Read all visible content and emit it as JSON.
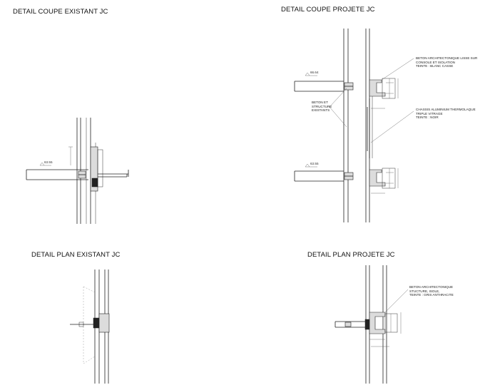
{
  "titles": {
    "coupe_existant": "DETAIL COUPE EXISTANT JC",
    "coupe_projete": "DETAIL COUPE PROJETE JC",
    "plan_existant": "DETAIL PLAN  EXISTANT JC",
    "plan_projete": "DETAIL PLAN  PROJETE JC"
  },
  "levels": {
    "coupe_existant": "63.55",
    "coupe_projete_top": "66.64",
    "coupe_projete_bottom": "63.55"
  },
  "notes": {
    "beton_console": "BETON ARCHITECTONIQUE LISSE SUR\nCONSOLE ET ISOLATION\nTEINTE : BLANC CASSE",
    "beton_structure": "BETON ET\nSTRUCTURE\nEXISTANTS",
    "chassis": "CHASSIS ALUMINIUM THERMOLAQUE\nTRIPLE VITRAGE\nTEINTE : NOIR",
    "beton_plan": "BETON ARCHITECTONIQUE\nSTUCTURE, ISOLE,\nTEINTE : GRIS ANTHRACITE"
  }
}
